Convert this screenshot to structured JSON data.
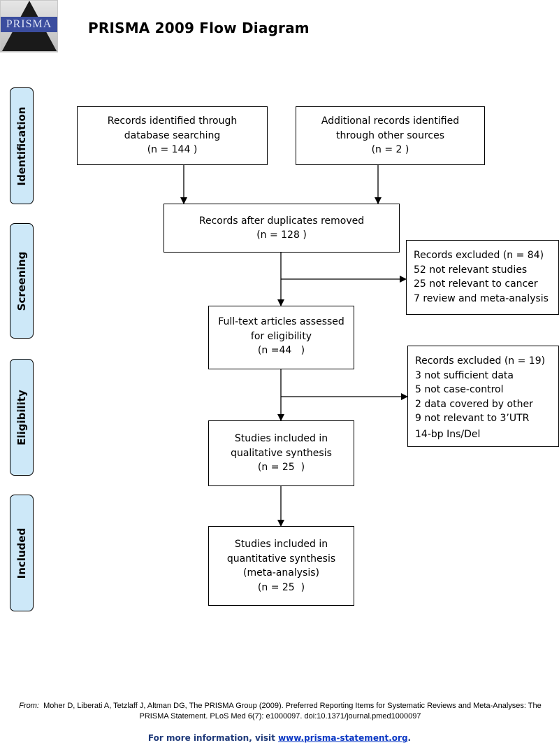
{
  "logo": {
    "text": "PRISMA"
  },
  "title": "PRISMA 2009 Flow Diagram",
  "phases": [
    "Identification",
    "Screening",
    "Eligibility",
    "Included"
  ],
  "boxes": {
    "database": [
      "Records identified through",
      "database searching",
      "(n = 144 )"
    ],
    "other": [
      "Additional records identified",
      "through other sources",
      "(n = 2 )"
    ],
    "duplicates": [
      "Records after duplicates removed",
      "(n = 128 )"
    ],
    "excluded1": [
      "Records excluded (n = 84)",
      "52 not relevant studies",
      "25 not relevant to cancer",
      "7 review and meta-analysis"
    ],
    "fulltext": [
      "Full-text articles assessed",
      "for eligibility",
      "(n =44   )"
    ],
    "excluded2": [
      "Records excluded (n = 19)",
      "3 not sufficient data",
      "5 not case-control",
      "2 data covered by other",
      "9 not relevant to 3’UTR",
      "14-bp Ins/Del"
    ],
    "qualitative": [
      "Studies included in",
      "qualitative synthesis",
      "(n = 25  )"
    ],
    "quantitative": [
      "Studies included in",
      "quantitative synthesis",
      "(meta-analysis)",
      "(n = 25  )"
    ]
  },
  "footer": {
    "citation_from": "From:",
    "citation": "Moher D, Liberati A, Tetzlaff J, Altman DG, The PRISMA Group (2009). Preferred Reporting Items for Systematic Reviews and Meta-Analyses: The PRISMA Statement. PLoS Med 6(7): e1000097. doi:10.1371/journal.pmed1000097",
    "more_info": "For more information, visit",
    "link": "www.prisma-statement.org",
    "period": "."
  }
}
